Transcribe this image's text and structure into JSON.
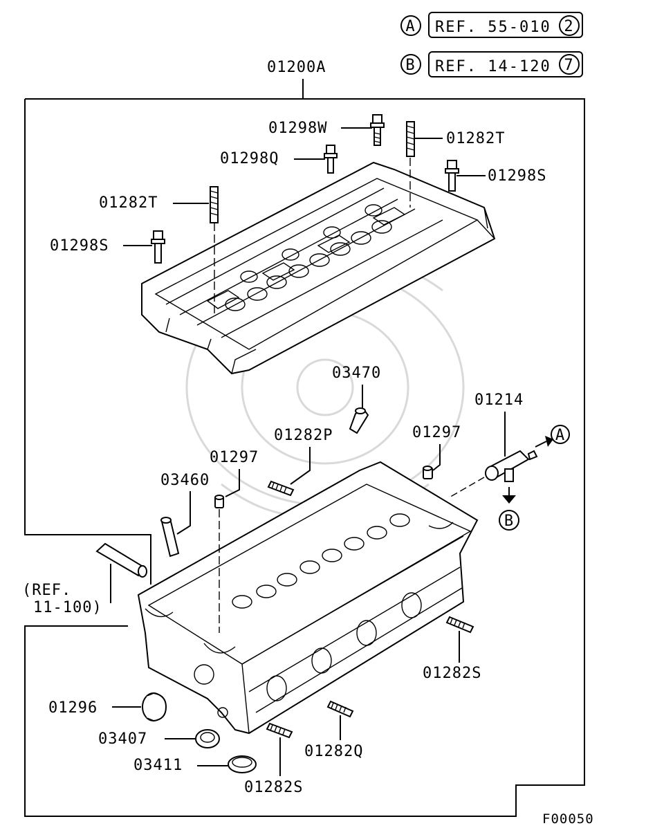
{
  "refs": [
    {
      "letter": "A",
      "text": "REF. 55-010",
      "num": "2"
    },
    {
      "letter": "B",
      "text": "REF. 14-120",
      "num": "7"
    }
  ],
  "assembly_label": "01200A",
  "parts": {
    "bolt_w": "01298W",
    "stud_t_top": "01282T",
    "bolt_q": "01298Q",
    "bolt_s_right": "01298S",
    "stud_t_left": "01282T",
    "bolt_s_left": "01298S",
    "pipe_03470": "03470",
    "stud_p": "01282P",
    "pin_right": "01297",
    "fitting": "01214",
    "pin_left": "01297",
    "pipe_03460": "03460",
    "stud_s_right": "01282S",
    "plug": "01296",
    "seal": "03407",
    "ring": "03411",
    "stud_q": "01282Q",
    "stud_s_bottom": "01282S"
  },
  "callout_a": "A",
  "callout_b": "B",
  "ext_ref_line1": "(REF.",
  "ext_ref_line2": "11-100)",
  "figure_code": "F00050"
}
